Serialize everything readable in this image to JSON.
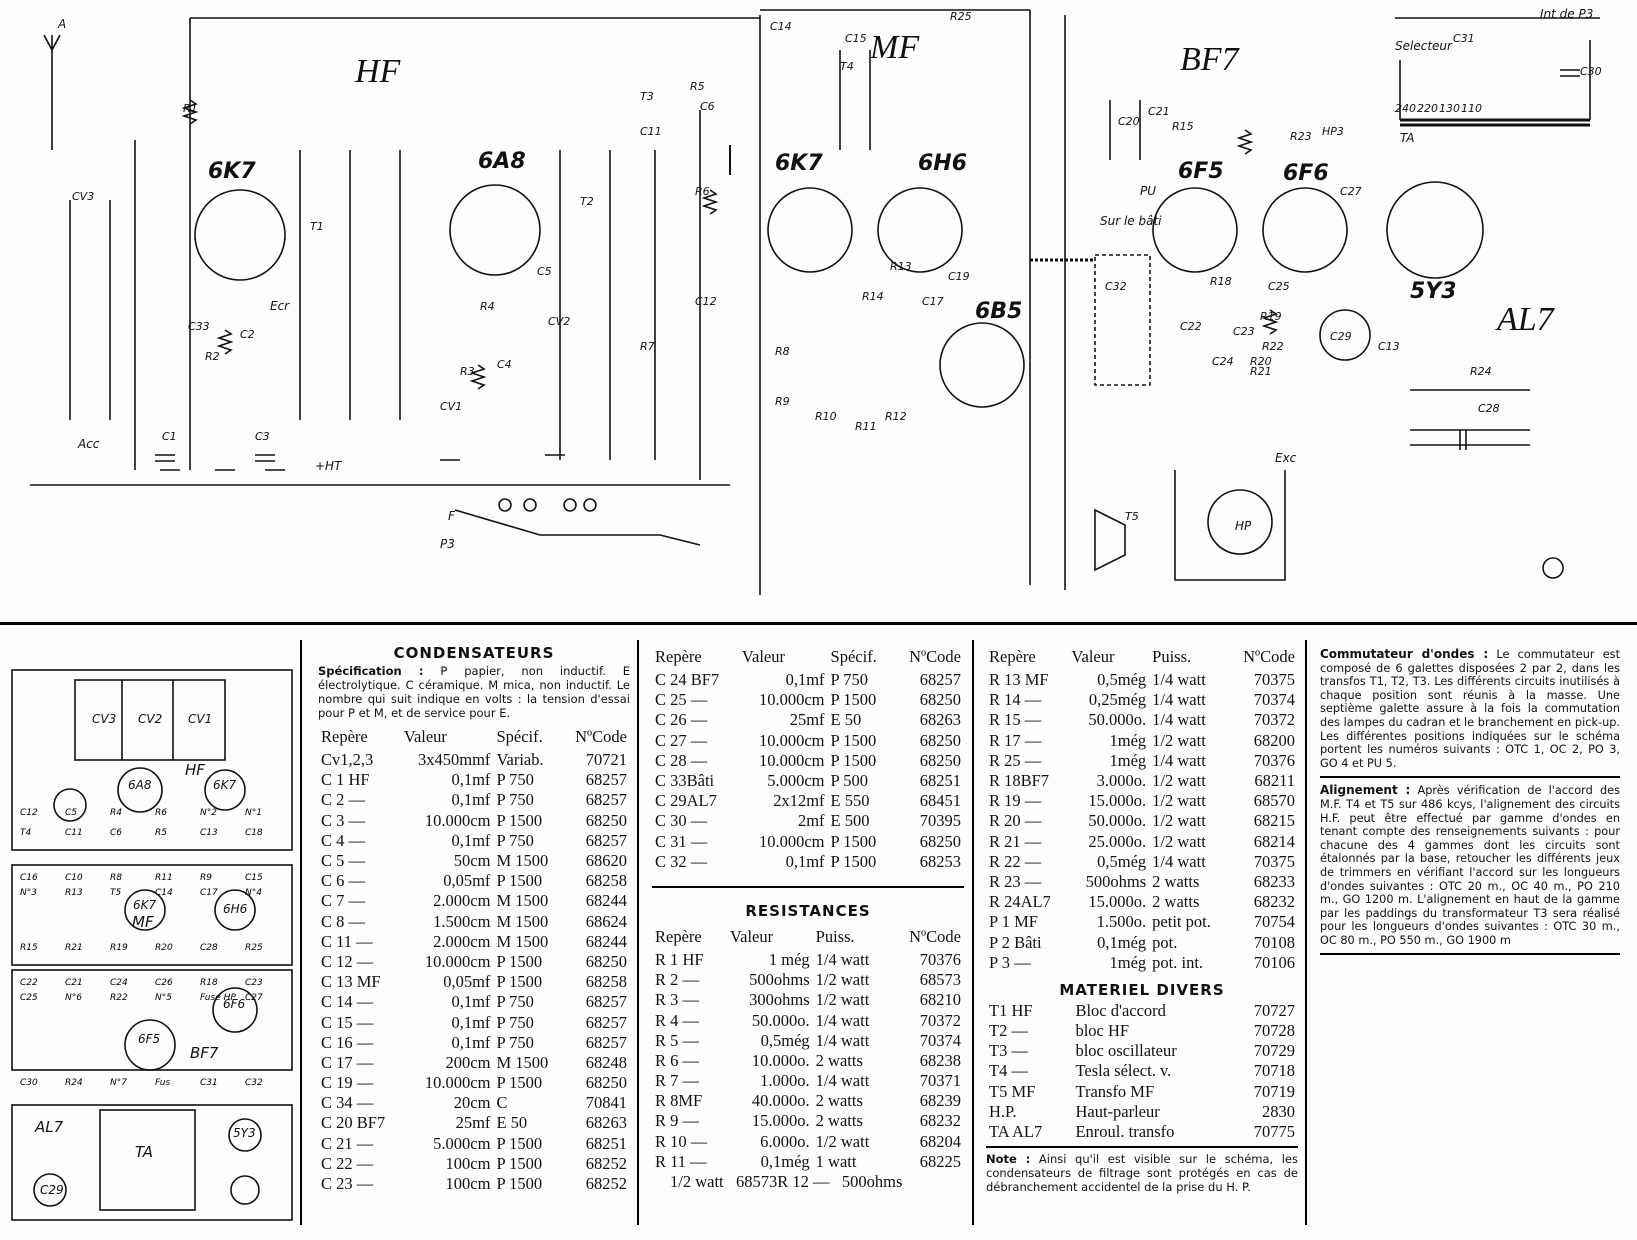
{
  "schematic": {
    "section_labels": [
      "HF",
      "MF",
      "BF7"
    ],
    "tubes": [
      "6K7",
      "6A8",
      "6K7",
      "6H6",
      "6B5",
      "6F5",
      "6F6",
      "5Y3",
      "AL7"
    ],
    "markers": {
      "antenna": "A",
      "acc": "Acc",
      "ecr": "Ecr",
      "plus_ht": "+HT",
      "pu": "PU",
      "sur_le_bati": "Sur le bâti",
      "exc": "Exc",
      "hp": "HP",
      "selector": "Selecteur",
      "int_sec": "Int de P3",
      "ta": "TA",
      "p3": "P3",
      "f": "F"
    },
    "component_labels": [
      "R1",
      "R2",
      "R3",
      "R4",
      "R5",
      "R6",
      "R7",
      "R8",
      "R9",
      "R10",
      "R11",
      "R12",
      "R13",
      "R14",
      "R15",
      "R18",
      "R19",
      "R20",
      "R21",
      "R22",
      "R23",
      "R24",
      "R25",
      "C1",
      "C2",
      "C3",
      "C4",
      "C5",
      "C6",
      "C11",
      "C12",
      "C13",
      "C14",
      "C15",
      "C17",
      "C19",
      "C20",
      "C21",
      "C22",
      "C23",
      "C24",
      "C25",
      "C27",
      "C28",
      "C29",
      "C30",
      "C31",
      "C32",
      "C33",
      "CV1",
      "CV2",
      "CV3",
      "T1",
      "T2",
      "T3",
      "T4",
      "T5",
      "HP3"
    ],
    "tap_labels": [
      "240",
      "220",
      "130",
      "110"
    ]
  },
  "layout_diagram": {
    "labels": [
      "CV3",
      "CV2",
      "CV1",
      "HF",
      "MF",
      "BF7",
      "AL7",
      "TA",
      "C29",
      "C12",
      "C5",
      "R4",
      "R6",
      "6A8",
      "N°2",
      "6K7",
      "N°1",
      "T4",
      "C11",
      "C6",
      "R5",
      "C13",
      "C18",
      "C16",
      "C10",
      "R8",
      "R11",
      "R9",
      "C15",
      "6K7",
      "N°3",
      "R13",
      "T5",
      "C14",
      "C17",
      "6H6",
      "N°4",
      "R15",
      "R21",
      "R19",
      "R20",
      "C28",
      "R25",
      "C22",
      "C21",
      "C24",
      "C26",
      "R18",
      "C23",
      "C25",
      "6F6",
      "N°6",
      "R22",
      "6F5",
      "N°5",
      "Fuse HP",
      "C27",
      "C30",
      "R24",
      "5Y3",
      "N°7",
      "Fus",
      "C31",
      "C32"
    ]
  },
  "condensateurs": {
    "title": "CONDENSATEURS",
    "spec_label": "Spécification :",
    "spec_text": "P papier, non inductif. E électrolytique. C céramique. M mica, non inductif. Le nombre qui suit indique en volts : la tension d'essai pour P et M, et de service pour E.",
    "headers": [
      "Repère",
      "Valeur",
      "Spécif.",
      "NºCode"
    ],
    "rows": [
      [
        "Cv1,2,3",
        "3x450mmf",
        "Variab.",
        "70721"
      ],
      [
        "C 1  HF",
        "0,1mf",
        "P 750",
        "68257"
      ],
      [
        "C 2  —",
        "0,1mf",
        "P 750",
        "68257"
      ],
      [
        "C 3  —",
        "10.000cm",
        "P 1500",
        "68250"
      ],
      [
        "C 4  —",
        "0,1mf",
        "P 750",
        "68257"
      ],
      [
        "C 5  —",
        "50cm",
        "M 1500",
        "68620"
      ],
      [
        "C 6  —",
        "0,05mf",
        "P 1500",
        "68258"
      ],
      [
        "C 7  —",
        "2.000cm",
        "M 1500",
        "68244"
      ],
      [
        "C 8  —",
        "1.500cm",
        "M 1500",
        "68624"
      ],
      [
        "C 11 —",
        "2.000cm",
        "M 1500",
        "68244"
      ],
      [
        "C 12 —",
        "10.000cm",
        "P 1500",
        "68250"
      ],
      [
        "C 13 MF",
        "0,05mf",
        "P 1500",
        "68258"
      ],
      [
        "C 14 —",
        "0,1mf",
        "P 750",
        "68257"
      ],
      [
        "C 15 —",
        "0,1mf",
        "P 750",
        "68257"
      ],
      [
        "C 16 —",
        "0,1mf",
        "P 750",
        "68257"
      ],
      [
        "C 17 —",
        "200cm",
        "M 1500",
        "68248"
      ],
      [
        "C 19 —",
        "10.000cm",
        "P 1500",
        "68250"
      ],
      [
        "C 34  —",
        "20cm",
        "C",
        "70841"
      ],
      [
        "C 20 BF7",
        "25mf",
        "E 50",
        "68263"
      ],
      [
        "C 21 —",
        "5.000cm",
        "P 1500",
        "68251"
      ],
      [
        "C 22 —",
        "100cm",
        "P 1500",
        "68252"
      ],
      [
        "C 23 —",
        "100cm",
        "P 1500",
        "68252"
      ]
    ],
    "rows2": [
      [
        "C 24 BF7",
        "0,1mf",
        "P 750",
        "68257"
      ],
      [
        "C 25 —",
        "10.000cm",
        "P 1500",
        "68250"
      ],
      [
        "C 26 —",
        "25mf",
        "E 50",
        "68263"
      ],
      [
        "C 27 —",
        "10.000cm",
        "P 1500",
        "68250"
      ],
      [
        "C 28 —",
        "10.000cm",
        "P 1500",
        "68250"
      ],
      [
        "C 33Bâti",
        "5.000cm",
        "P 500",
        "68251"
      ],
      [
        "C 29AL7",
        "2x12mf",
        "E 550",
        "68451"
      ],
      [
        "C 30 —",
        "2mf",
        "E 500",
        "70395"
      ],
      [
        "C 31 —",
        "10.000cm",
        "P 1500",
        "68250"
      ],
      [
        "C 32 —",
        "0,1mf",
        "P 1500",
        "68253"
      ]
    ]
  },
  "resistances": {
    "title": "RESISTANCES",
    "headers": [
      "Repère",
      "Valeur",
      "Puiss.",
      "NºCode"
    ],
    "rows": [
      [
        "R 1 HF",
        "1 még",
        "1/4 watt",
        "70376"
      ],
      [
        "R 2 —",
        "500ohms",
        "1/2 watt",
        "68573"
      ],
      [
        "R 3 —",
        "300ohms",
        "1/2 watt",
        "68210"
      ],
      [
        "R 4 —",
        "50.000o.",
        "1/4 watt",
        "70372"
      ],
      [
        "R 5 —",
        "0,5még",
        "1/4 watt",
        "70374"
      ],
      [
        "R 6 —",
        "10.000o.",
        "2 watts",
        "68238"
      ],
      [
        "R 7 —",
        "1.000o.",
        "1/4 watt",
        "70371"
      ],
      [
        "R 8MF",
        "40.000o.",
        "2 watts",
        "68239"
      ],
      [
        "R 9 —",
        "15.000o.",
        "2 watts",
        "68232"
      ],
      [
        "R 10 —",
        "6.000o.",
        "1/2 watt",
        "68204"
      ],
      [
        "R 11 —",
        "0,1még",
        "1 watt",
        "68225"
      ]
    ],
    "last_line": "1/2 watt   68573R 12 —   500ohms",
    "rows2": [
      [
        "R 13 MF",
        "0,5még",
        "1/4 watt",
        "70375"
      ],
      [
        "R 14 —",
        "0,25még",
        "1/4 watt",
        "70374"
      ],
      [
        "R 15 —",
        "50.000o.",
        "1/4 watt",
        "70372"
      ],
      [
        "R 17 —",
        "1még",
        "1/2 watt",
        "68200"
      ],
      [
        "R 25 —",
        "1még",
        "1/4 watt",
        "70376"
      ],
      [
        "R 18BF7",
        "3.000o.",
        "1/2 watt",
        "68211"
      ],
      [
        "R 19 —",
        "15.000o.",
        "1/2 watt",
        "68570"
      ],
      [
        "R 20 —",
        "50.000o.",
        "1/2 watt",
        "68215"
      ],
      [
        "R 21 —",
        "25.000o.",
        "1/2 watt",
        "68214"
      ],
      [
        "R 22 —",
        "0,5még",
        "1/4 watt",
        "70375"
      ],
      [
        "R 23 —",
        "500ohms",
        "2 watts",
        "68233"
      ],
      [
        "R 24AL7",
        "15.000o.",
        "2 watts",
        "68232"
      ],
      [
        "P 1 MF",
        "1.500o.",
        "petit pot.",
        "70754"
      ],
      [
        "P 2 Bâti",
        "0,1még",
        "pot.",
        "70108"
      ],
      [
        "P 3 —",
        "1még",
        "pot. int.",
        "70106"
      ]
    ],
    "headers2": [
      "Repère",
      "Valeur",
      "Puiss.",
      "NºCode"
    ]
  },
  "materiel": {
    "title": "MATERIEL  DIVERS",
    "rows": [
      [
        "T1 HF",
        "Bloc  d'accord",
        "70727"
      ],
      [
        "T2 —",
        "bloc  HF",
        "70728"
      ],
      [
        "T3 —",
        "bloc  oscillateur",
        "70729"
      ],
      [
        "T4 —",
        "Tesla  sélect.  v.",
        "70718"
      ],
      [
        "T5 MF",
        "Transfo  MF",
        "70719"
      ],
      [
        "H.P.",
        "Haut-parleur",
        "2830"
      ],
      [
        "TA AL7",
        "Enroul.  transfo",
        "70775"
      ]
    ],
    "note_label": "Note :",
    "note_text": "Ainsi qu'il est visible sur le schéma, les condensateurs de filtrage sont protégés en cas de débranchement accidentel de la prise du H. P."
  },
  "commutateur": {
    "label": "Commutateur d'ondes :",
    "text": "Le commutateur est composé de 6 galettes disposées 2 par 2, dans les transfos T1, T2, T3. Les différents circuits inutilisés à chaque position sont réunis à la masse. Une septième galette assure à la fois la commutation des lampes du cadran et le branchement en pick-up. Les différentes positions indiquées sur le schéma portent les numéros suivants : OTC 1, OC 2, PO 3, GO 4 et PU 5."
  },
  "alignement": {
    "label": "Alignement :",
    "text": "Après vérification de l'accord des M.F. T4 et T5 sur 486 kcys, l'alignement des circuits H.F. peut être effectué par gamme d'ondes en tenant compte des renseignements suivants : pour chacune des 4 gammes dont les circuits sont étalonnés par la base, retoucher les différents jeux de trimmers en vérifiant l'accord sur les longueurs d'ondes suivantes : OTC 20 m., OC 40 m., PO 210 m., GO 1200 m. L'alignement en haut de la gamme par les paddings du transformateur T3 sera réalisé pour les longueurs d'ondes suivantes : OTC 30 m., OC 80 m., PO 550 m., GO 1900 m"
  }
}
